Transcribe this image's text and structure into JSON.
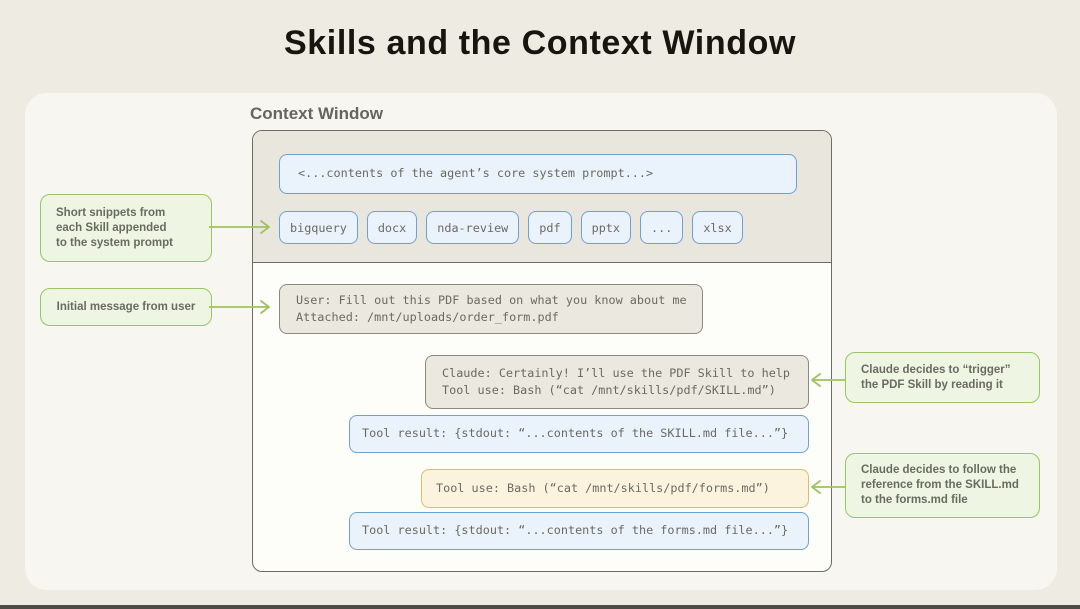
{
  "title": "Skills and the Context Window",
  "context_window": {
    "label": "Context Window",
    "system_prompt_box": "<...contents of the agent’s core system prompt...>",
    "skill_chips": [
      "bigquery",
      "docx",
      "nda-review",
      "pdf",
      "pptx",
      "...",
      "xlsx"
    ],
    "messages": [
      {
        "id": "user-message",
        "variant": "gray",
        "lines": [
          "User: Fill out this PDF based on what you know about me",
          "Attached: /mnt/uploads/order_form.pdf"
        ]
      },
      {
        "id": "claude-message",
        "variant": "gray",
        "lines": [
          "Claude: Certainly! I’ll use the PDF Skill to help",
          "Tool use: Bash (“cat /mnt/skills/pdf/SKILL.md”)"
        ]
      },
      {
        "id": "tool-result-skill",
        "variant": "blue",
        "lines": [
          "Tool result: {stdout: “...contents of the SKILL.md file...”}"
        ]
      },
      {
        "id": "tool-use-forms",
        "variant": "orange",
        "lines": [
          "Tool use: Bash (“cat /mnt/skills/pdf/forms.md”)"
        ]
      },
      {
        "id": "tool-result-forms",
        "variant": "blue",
        "lines": [
          "Tool result: {stdout: “...contents of the forms.md file...”}"
        ]
      }
    ]
  },
  "annotations": {
    "left": [
      {
        "lines": [
          "Short snippets from",
          "each Skill appended",
          "to the system prompt"
        ]
      },
      {
        "lines": [
          "Initial message from user"
        ]
      }
    ],
    "right": [
      {
        "lines": [
          "Claude decides to “trigger”",
          "the PDF Skill by reading it"
        ]
      },
      {
        "lines": [
          "Claude decides to follow the",
          "reference from the SKILL.md",
          "to the forms.md file"
        ]
      }
    ]
  },
  "icons": [
    "arrow-right-icon",
    "arrow-right-icon",
    "arrow-left-icon",
    "arrow-left-icon"
  ],
  "colors": {
    "page_bg": "#edebe2",
    "card_bg": "#f8f6f0",
    "header_bg": "#e9e6dd",
    "panel_bg": "#fdfdfa",
    "outline": "#6e6d64",
    "blue_border": "#6ba2d6",
    "blue_fill": "#eaf2fb",
    "gray_border": "#8b8a80",
    "gray_fill": "#eae8df",
    "orange_border": "#e2ba63",
    "orange_fill": "#fbf3de",
    "green_border": "#97c75f",
    "green_fill": "#eef6e3",
    "arrow_green": "#9cc45e",
    "title_text": "#16150f",
    "body_text": "#6b6a62",
    "bottom_bar": "#4c4b47"
  }
}
